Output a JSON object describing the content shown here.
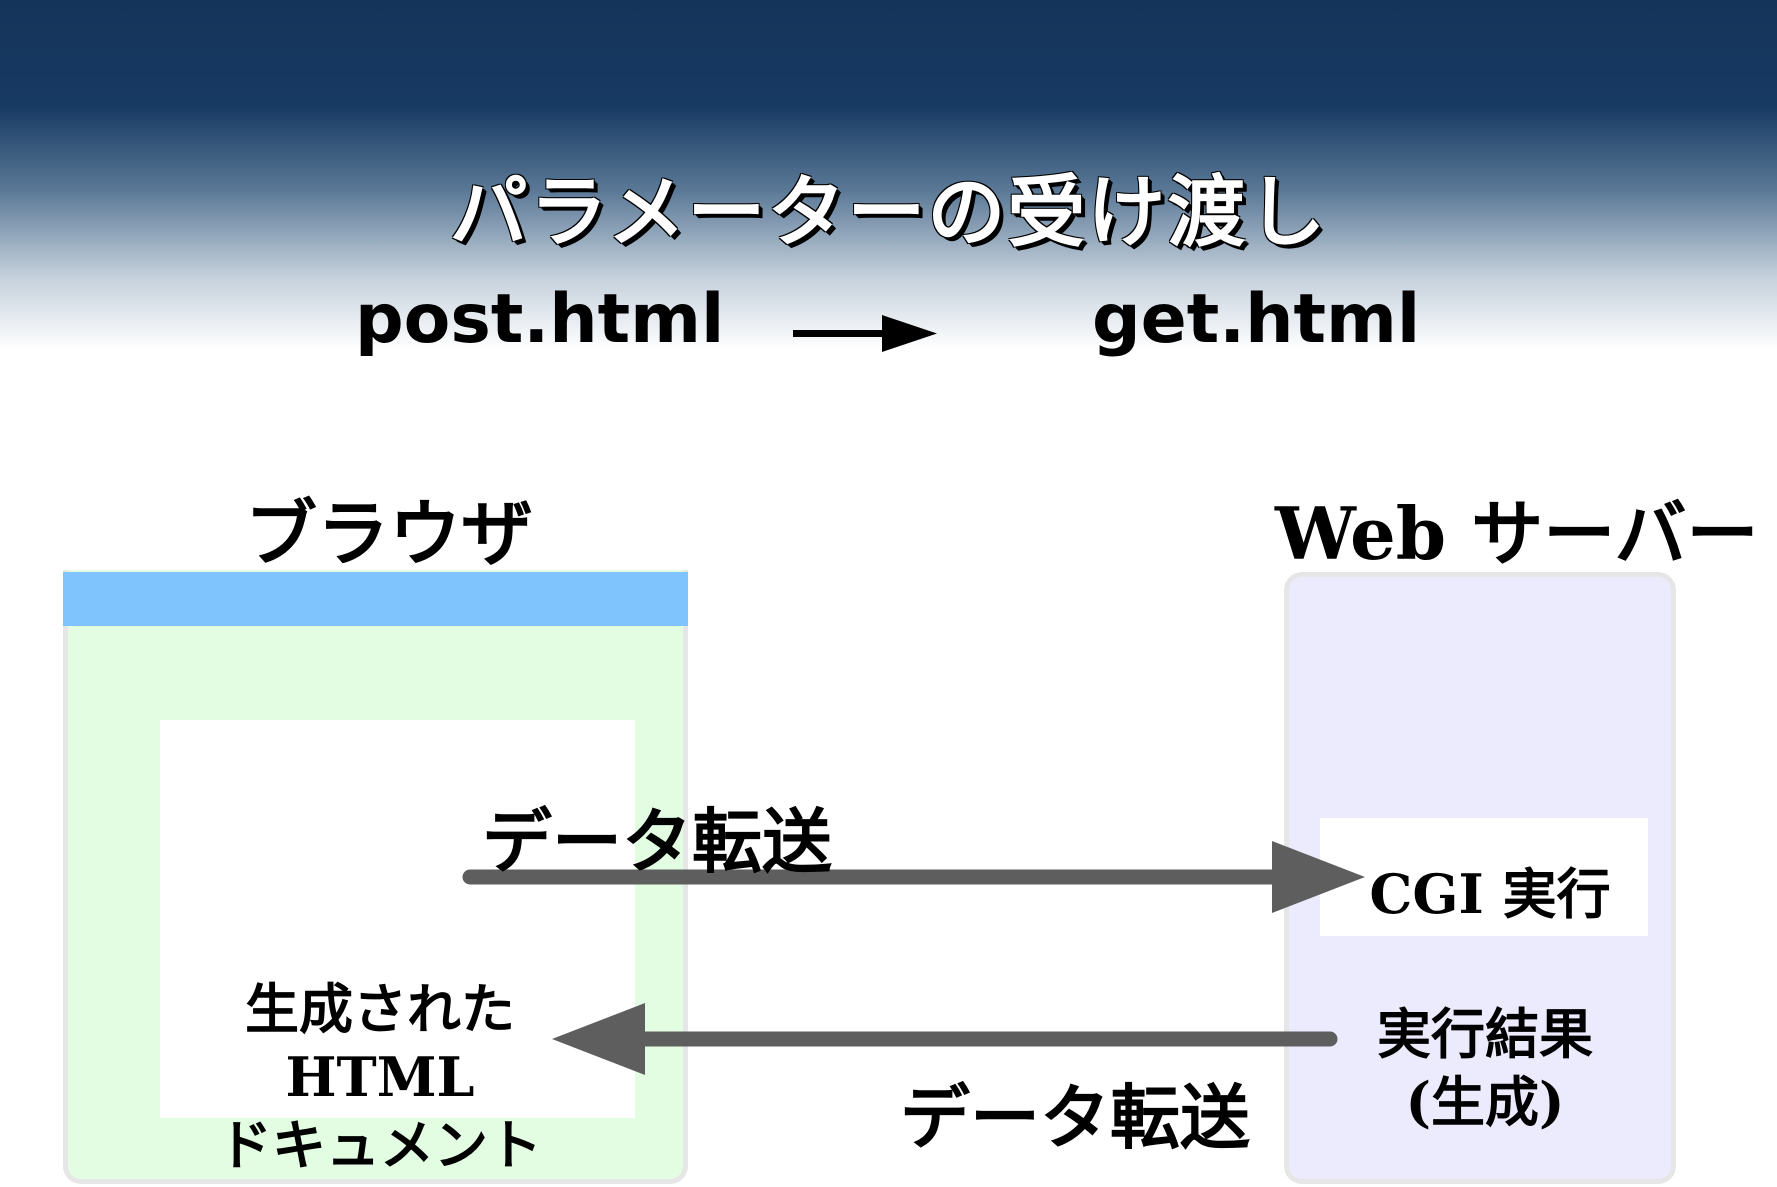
{
  "header": {
    "title": "パラメーターの受け渡し",
    "from_file": "post.html",
    "to_file": "get.html"
  },
  "browser": {
    "label": "ブラウザ",
    "doc_lines": [
      "生成された",
      "HTML",
      "ドキュメント"
    ]
  },
  "server": {
    "label": "Web サーバー",
    "process": "CGI 実行",
    "result_lines": [
      "実行結果",
      "(生成)"
    ]
  },
  "flows": {
    "send_label": "データ転送",
    "return_label": "データ転送"
  },
  "colors": {
    "header_dark": "#15345a",
    "browser_titlebar": "#80c4fd",
    "browser_body": "#e2fde2",
    "server_body": "#eceafd",
    "arrow": "#5e5e5e"
  }
}
